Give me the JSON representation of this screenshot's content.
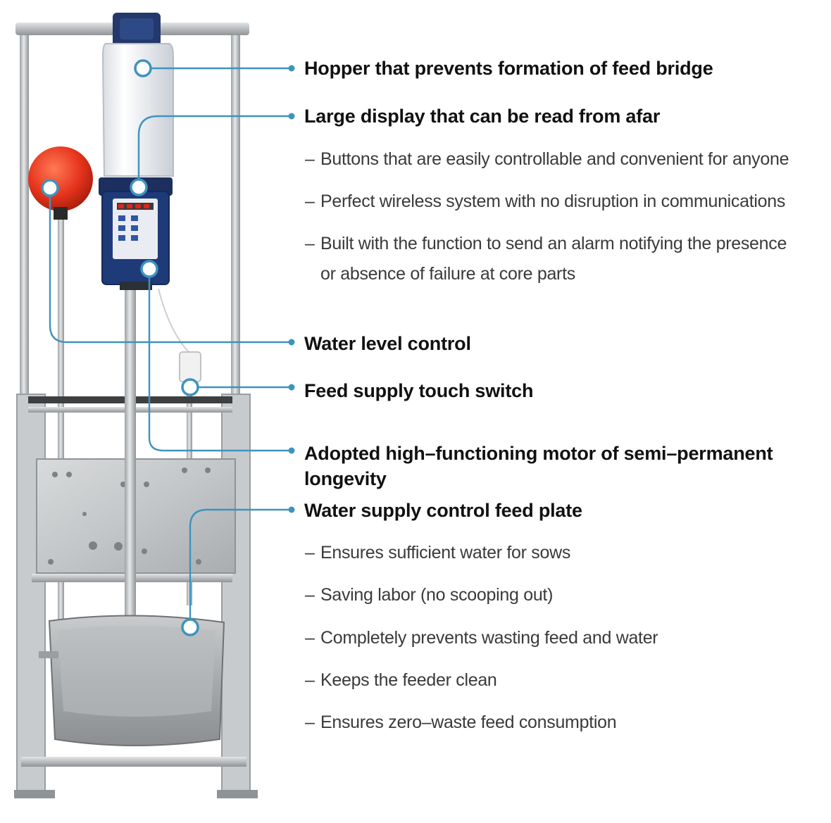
{
  "callouts": [
    {
      "title": "Hopper that prevents formation of feed bridge",
      "bullets": []
    },
    {
      "title": "Large display that can be read from afar",
      "bullets": [
        "Buttons that are easily controllable and convenient for anyone",
        "Perfect wireless system with no disruption in communications",
        "Built with the function to send an alarm notifying the presence",
        "or absence of failure at core parts"
      ]
    },
    {
      "title": "Water level control",
      "bullets": []
    },
    {
      "title": "Feed supply touch switch",
      "bullets": []
    },
    {
      "title": "Adopted high–functioning motor of semi–permanent longevity",
      "bullets": []
    },
    {
      "title": "Water supply control feed plate",
      "bullets": [
        "Ensures sufficient water for sows",
        "Saving labor (no scooping out)",
        "Completely prevents wasting feed and water",
        "Keeps the feeder clean",
        "Ensures zero–waste feed consumption"
      ]
    }
  ],
  "bullet_dash": "–",
  "colors": {
    "callout_line": "#3e93bf",
    "frame_steel": "#b9bcbe",
    "hopper_cap": "#23386b",
    "controller_box": "#1f3a78",
    "float_ball": "#e5331c"
  }
}
